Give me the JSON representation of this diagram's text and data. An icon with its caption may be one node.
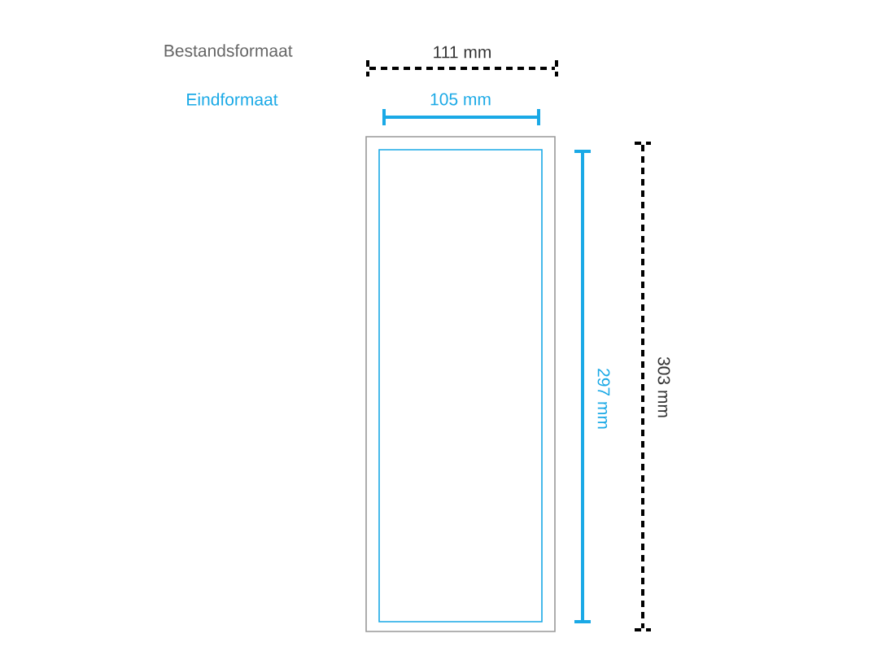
{
  "diagram": {
    "labels": [
      "Bestandsformaat",
      "111 mm",
      "Eindformaat",
      "105 mm",
      "297 mm",
      "303 mm"
    ]
  }
}
